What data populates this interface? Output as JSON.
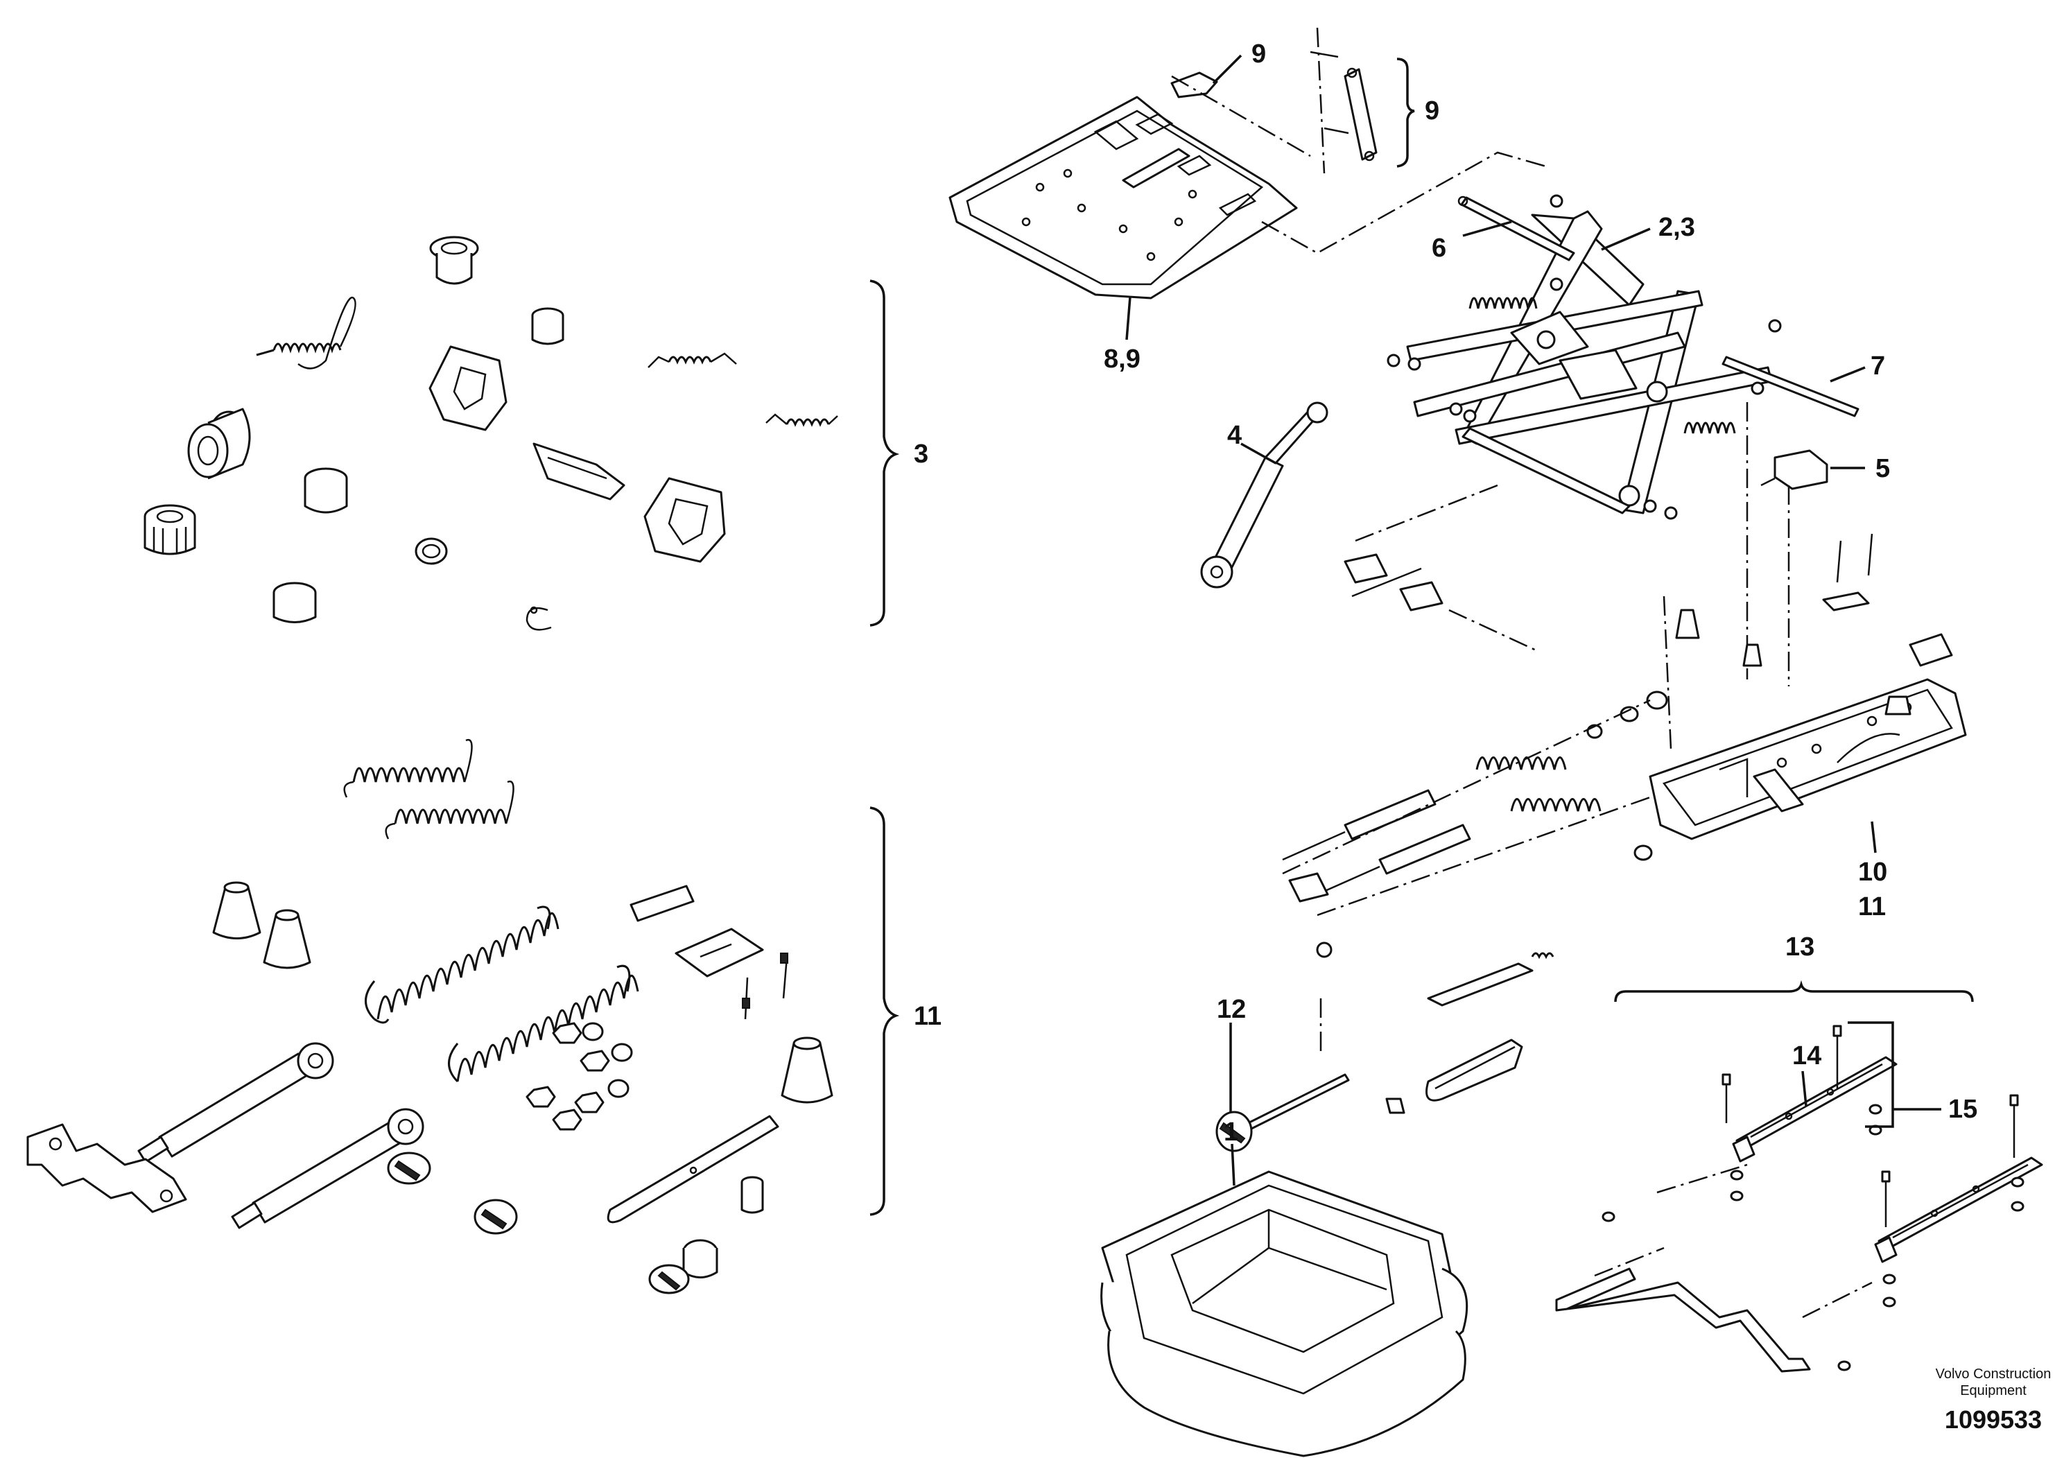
{
  "callouts": {
    "c1": "1",
    "c2_3": "2,3",
    "c3": "3",
    "c4": "4",
    "c5": "5",
    "c6": "6",
    "c7": "7",
    "c8_9": "8,9",
    "c9_top": "9",
    "c9_right": "9",
    "c10": "10",
    "c11_main": "11",
    "c11_group": "11",
    "c12": "12",
    "c13": "13",
    "c14": "14",
    "c15": "15"
  },
  "footer": {
    "brand_line1": "Volvo Construction",
    "brand_line2": "Equipment",
    "drawing_number": "1099533"
  }
}
